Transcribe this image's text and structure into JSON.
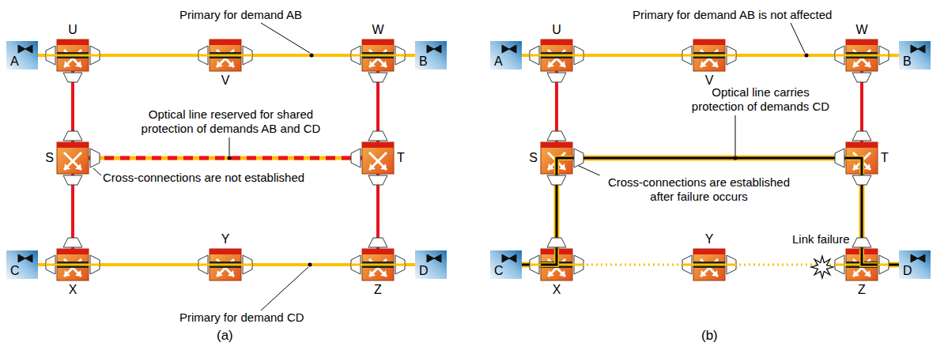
{
  "diagram": {
    "nodes": [
      {
        "text": [
          "A"
        ]
      },
      {
        "text": [
          "U"
        ]
      },
      {
        "text": [
          "V"
        ]
      },
      {
        "text": [
          "W"
        ]
      },
      {
        "text": [
          "B"
        ]
      },
      {
        "text": [
          "S"
        ]
      },
      {
        "text": [
          "T"
        ]
      },
      {
        "text": [
          "C"
        ]
      },
      {
        "text": [
          "X"
        ]
      },
      {
        "text": [
          "Y"
        ]
      },
      {
        "text": [
          "Z"
        ]
      },
      {
        "text": [
          "D"
        ]
      },
      {
        "text": [
          "A"
        ]
      },
      {
        "text": [
          "U"
        ]
      },
      {
        "text": [
          "V"
        ]
      },
      {
        "text": [
          "W"
        ]
      },
      {
        "text": [
          "B"
        ]
      },
      {
        "text": [
          "S"
        ]
      },
      {
        "text": [
          "T"
        ]
      },
      {
        "text": [
          "C"
        ]
      },
      {
        "text": [
          "X"
        ]
      },
      {
        "text": [
          "Y"
        ]
      },
      {
        "text": [
          "Z"
        ]
      },
      {
        "text": [
          "D"
        ]
      }
    ],
    "edges": [
      {
        "from": 0,
        "to": 1,
        "arrow": "none"
      },
      {
        "from": 1,
        "to": 2,
        "arrow": "none"
      },
      {
        "from": 2,
        "to": 3,
        "arrow": "none"
      },
      {
        "from": 3,
        "to": 4,
        "arrow": "none"
      },
      {
        "from": 1,
        "to": 5,
        "arrow": "none"
      },
      {
        "from": 3,
        "to": 6,
        "arrow": "none"
      },
      {
        "from": 5,
        "to": 6,
        "arrow": "none"
      },
      {
        "from": 5,
        "to": 8,
        "arrow": "none"
      },
      {
        "from": 6,
        "to": 10,
        "arrow": "none"
      },
      {
        "from": 7,
        "to": 8,
        "arrow": "none"
      },
      {
        "from": 8,
        "to": 9,
        "arrow": "none"
      },
      {
        "from": 9,
        "to": 10,
        "arrow": "none"
      },
      {
        "from": 10,
        "to": 11,
        "arrow": "none"
      },
      {
        "from": 12,
        "to": 13,
        "arrow": "none"
      },
      {
        "from": 13,
        "to": 14,
        "arrow": "none"
      },
      {
        "from": 14,
        "to": 15,
        "arrow": "none"
      },
      {
        "from": 15,
        "to": 16,
        "arrow": "none"
      },
      {
        "from": 13,
        "to": 17,
        "arrow": "none"
      },
      {
        "from": 15,
        "to": 18,
        "arrow": "none"
      },
      {
        "from": 17,
        "to": 18,
        "arrow": "none"
      },
      {
        "from": 17,
        "to": 20,
        "arrow": "none"
      },
      {
        "from": 18,
        "to": 22,
        "arrow": "none"
      },
      {
        "from": 19,
        "to": 20,
        "arrow": "none"
      },
      {
        "from": 20,
        "to": 21,
        "arrow": "none"
      },
      {
        "from": 21,
        "to": 22,
        "arrow": "none"
      },
      {
        "from": 22,
        "to": 23,
        "arrow": "none"
      }
    ],
    "labels": [
      "Primary for demand AB",
      "Optical line reserved for shared protection of demands AB and CD",
      "Cross-connections are not established",
      "Primary for demand CD",
      "(a)",
      "Primary for demand AB is not affected",
      "Optical line carries protection of demands CD",
      "Cross-connections are established after failure occurs",
      "Link failure",
      "(b)"
    ]
  }
}
